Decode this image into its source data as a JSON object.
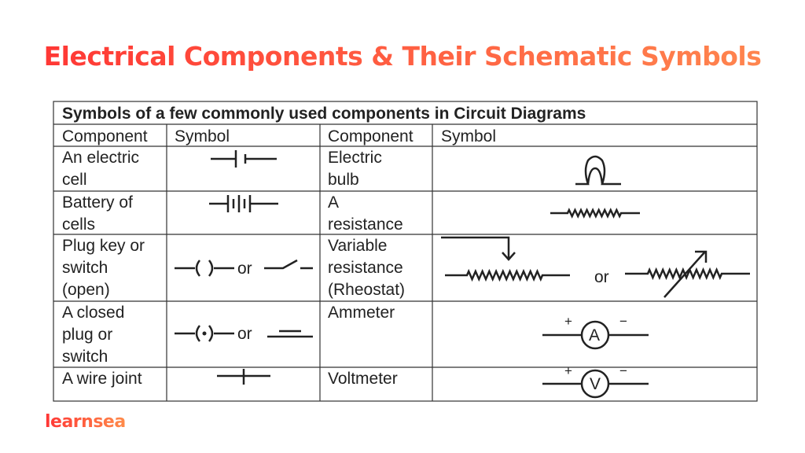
{
  "title": "Electrical Components & Their Schematic Symbols",
  "logo": "learnsea",
  "table": {
    "caption": "Symbols of a few commonly used components in Circuit Diagrams",
    "headers": [
      "Component",
      "Symbol",
      "Component",
      "Symbol"
    ],
    "left": [
      [
        "An electric",
        "cell"
      ],
      [
        "Battery of",
        "cells"
      ],
      [
        "Plug key or",
        "switch",
        "(open)"
      ],
      [
        "A closed",
        "plug or",
        "switch"
      ],
      [
        "A wire joint"
      ]
    ],
    "right": [
      [
        "Electric",
        "bulb"
      ],
      [
        "A",
        "resistance"
      ],
      [
        "Variable",
        "resistance",
        "(Rheostat)"
      ],
      [
        "Ammeter"
      ],
      [
        "Voltmeter"
      ]
    ],
    "or": "or",
    "ammeter_letter": "A",
    "voltmeter_letter": "V",
    "plus": "+",
    "minus": "−"
  }
}
